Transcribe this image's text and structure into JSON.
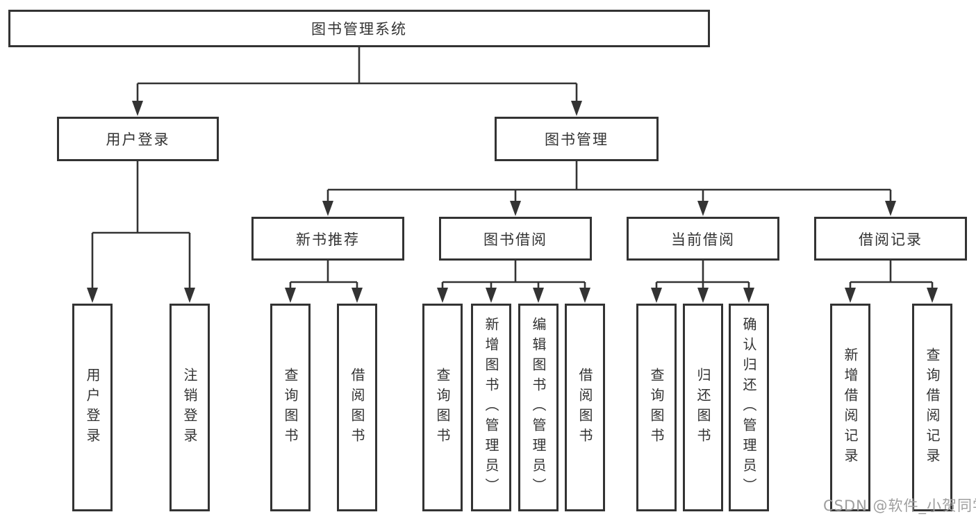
{
  "diagram": {
    "title": "图书管理系统",
    "watermark": "CSDN @软件_小贺同学",
    "colors": {
      "line": "#333333",
      "text": "#333333",
      "background": "#ffffff",
      "watermark_gray": "#9e9e9e"
    },
    "nodes": {
      "root": {
        "label": "图书管理系统"
      },
      "user_login": {
        "label": "用户登录"
      },
      "book_mgmt": {
        "label": "图书管理"
      },
      "new_book_rec": {
        "label": "新书推荐"
      },
      "book_borrow": {
        "label": "图书借阅"
      },
      "current_borrow": {
        "label": "当前借阅"
      },
      "borrow_records": {
        "label": "借阅记录"
      },
      "leaf_user_login": {
        "label": "用户登录"
      },
      "leaf_logout": {
        "label": "注销登录"
      },
      "leaf_rec_query": {
        "label": "查询图书"
      },
      "leaf_rec_borrow": {
        "label": "借阅图书"
      },
      "leaf_bb_query": {
        "label": "查询图书"
      },
      "leaf_bb_add": {
        "label": "新增图书（管理员）"
      },
      "leaf_bb_edit": {
        "label": "编辑图书（管理员）"
      },
      "leaf_bb_borrow": {
        "label": "借阅图书"
      },
      "leaf_cb_query": {
        "label": "查询图书"
      },
      "leaf_cb_return": {
        "label": "归还图书"
      },
      "leaf_cb_confirm": {
        "label": "确认归还（管理员）"
      },
      "leaf_br_add": {
        "label": "新增借阅记录"
      },
      "leaf_br_query": {
        "label": "查询借阅记录"
      }
    }
  }
}
